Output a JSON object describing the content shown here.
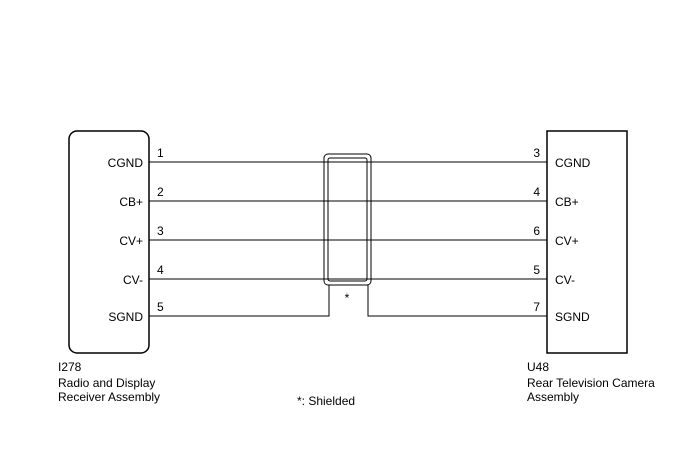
{
  "left_connector": {
    "code": "I278",
    "name_line1": "Radio and Display",
    "name_line2": "Receiver Assembly"
  },
  "right_connector": {
    "code": "U48",
    "name_line1": "Rear Television Camera",
    "name_line2": "Assembly"
  },
  "wires": [
    {
      "signal_left": "CGND",
      "pin_left": "1",
      "pin_right": "3",
      "signal_right": "CGND",
      "shielded": true
    },
    {
      "signal_left": "CB+",
      "pin_left": "2",
      "pin_right": "4",
      "signal_right": "CB+",
      "shielded": true
    },
    {
      "signal_left": "CV+",
      "pin_left": "3",
      "pin_right": "6",
      "signal_right": "CV+",
      "shielded": true
    },
    {
      "signal_left": "CV-",
      "pin_left": "4",
      "pin_right": "5",
      "signal_right": "CV-",
      "shielded": true
    },
    {
      "signal_left": "SGND",
      "pin_left": "5",
      "pin_right": "7",
      "signal_right": "SGND",
      "shielded": false
    }
  ],
  "shield": {
    "marker": "*",
    "note": "*: Shielded"
  }
}
